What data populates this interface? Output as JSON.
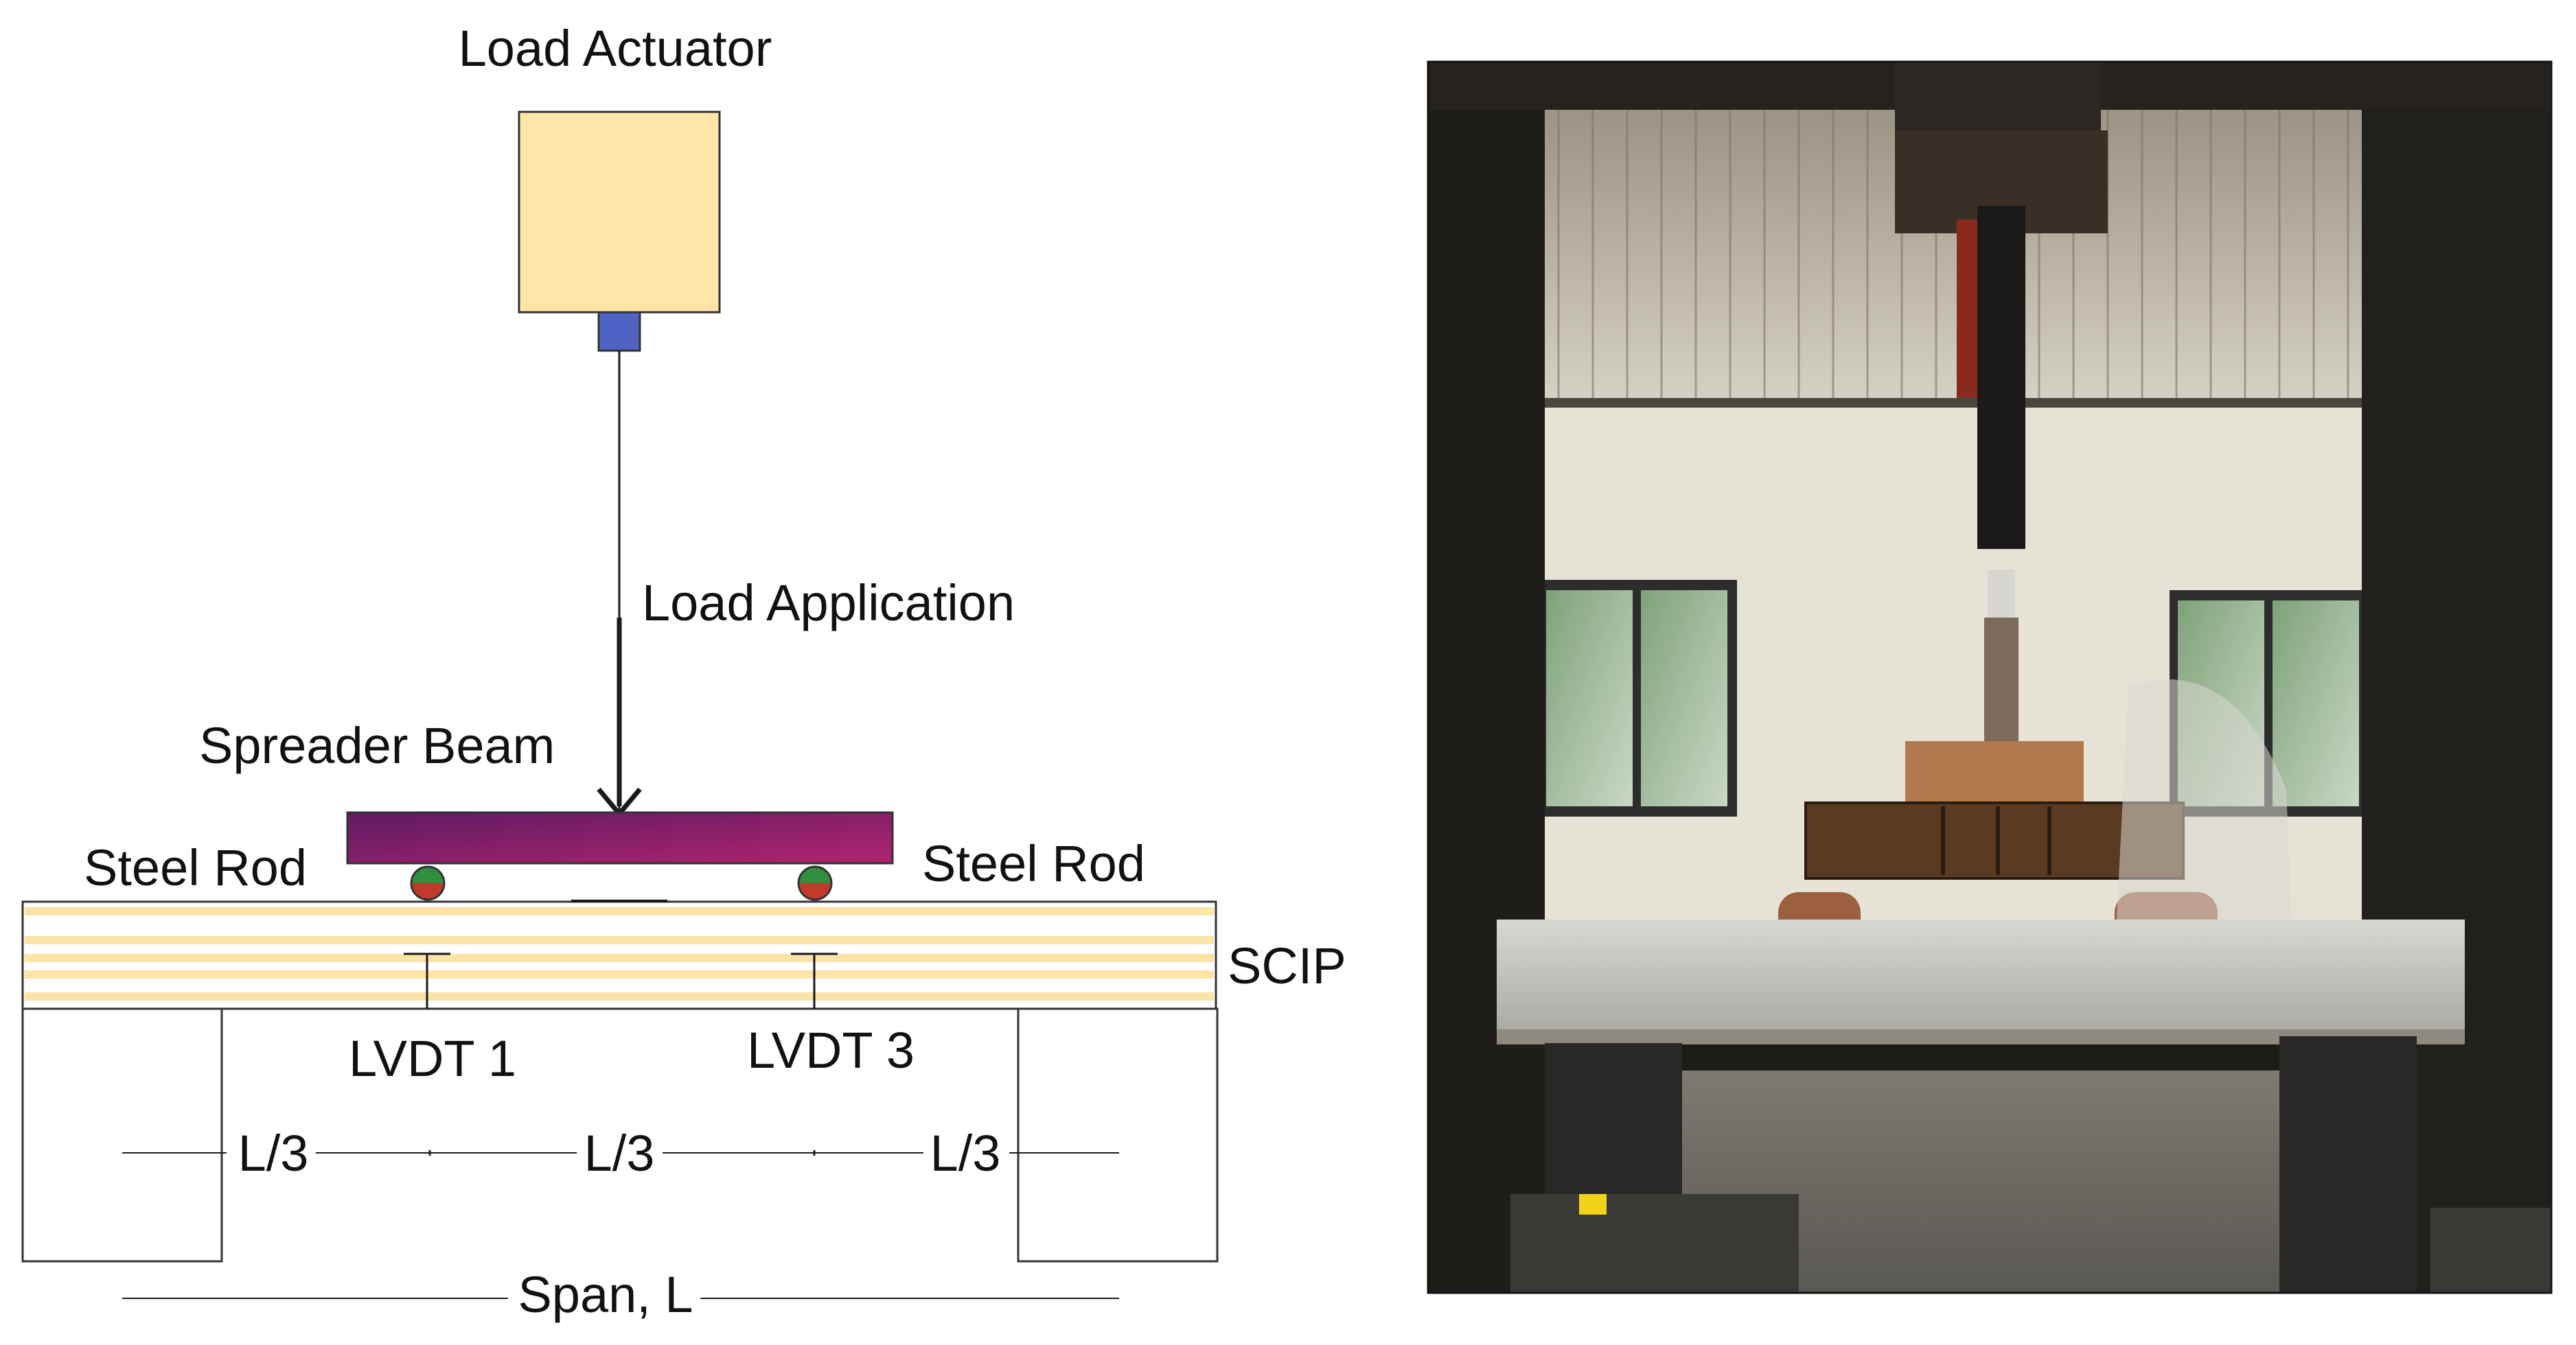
{
  "labels": {
    "load_actuator": "Load Actuator",
    "load_application": "Load Application",
    "spreader_beam": "Spreader Beam",
    "steel_rod_left": "Steel Rod",
    "steel_rod_right": "Steel Rod",
    "scip": "SCIP",
    "lvdt_1": "LVDT 1",
    "lvdt_3": "LVDT 3",
    "third_1": "L/3",
    "third_2": "L/3",
    "third_3": "L/3",
    "span": "Span, L"
  },
  "colors": {
    "actuator_body": "#FFE5A8",
    "actuator_piston": "#4F63C4",
    "spreader_beam_top": "#6E1E6A",
    "spreader_beam_bottom": "#A8236F",
    "rod_green": "#2E8B3E",
    "rod_red": "#C0392B",
    "panel_stripe": "#FCE3A8",
    "line": "#1a1a1a"
  },
  "photo": {
    "description_icon": "test-setup-photo"
  }
}
